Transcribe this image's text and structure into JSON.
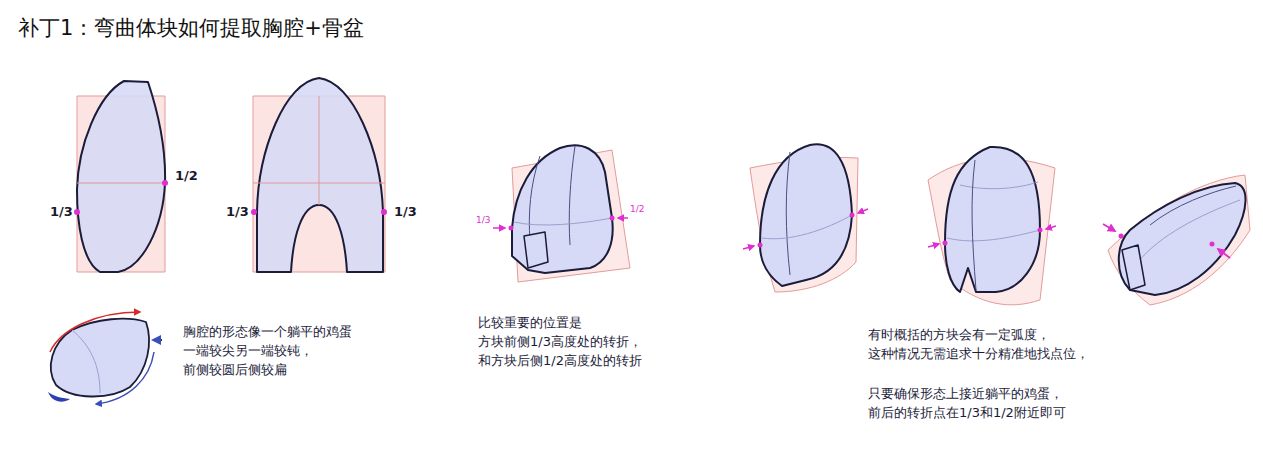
{
  "diagram": {
    "title": "补丁1：弯曲体块如何提取胸腔+骨盆",
    "labels": [
      "1/2",
      "1/3",
      "1/3",
      "1/3",
      "胸腔的形态像一个躺平的鸡蛋 一端较尖另一端较钝， 前侧较圆后侧较扁",
      "1/3",
      "1/2",
      "比较重要的位置是 方块前侧1/3高度处的转折， 和方块后侧1/2高度处的转折",
      "有时概括的方块会有一定弧度， 这种情况无需追求十分精准地找点位，",
      "只要确保形态上接近躺平的鸡蛋， 前后的转折点在1/3和1/2附近即可"
    ]
  }
}
